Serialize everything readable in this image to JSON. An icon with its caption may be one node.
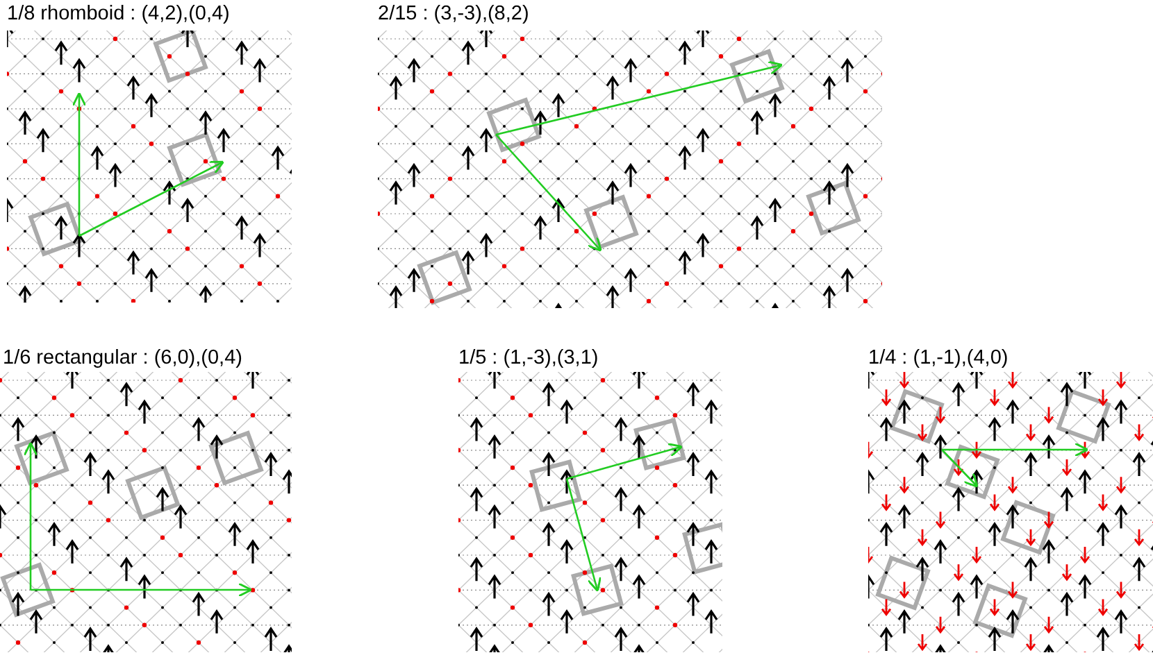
{
  "diagram": {
    "labels": [
      "1/8 rhomboid : (4,2),(0,4)",
      "2/15 : (3,-3),(8,2)",
      "1/6 rectangular : (6,0),(0,4)",
      "1/5 : (1,-3),(3,1)",
      "1/4 : (1,-1),(4,0)"
    ]
  }
}
